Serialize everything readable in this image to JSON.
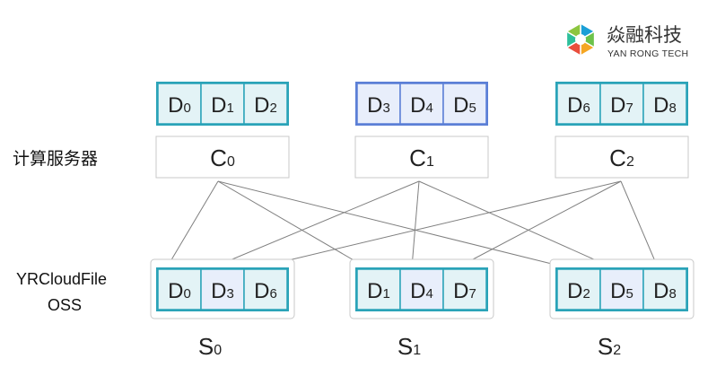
{
  "brand": {
    "name_cn": "焱融科技",
    "name_en": "YAN RONG TECH",
    "logo_colors": [
      "#1a9fd6",
      "#6cc24a",
      "#f5a623",
      "#e94e3c",
      "#2dbf9b",
      "#8cc63f"
    ]
  },
  "row_labels": {
    "compute": "计算服务器",
    "storage_line1": "YRCloudFile",
    "storage_line2": "OSS"
  },
  "compute_groups": [
    {
      "label": "C",
      "sub": "0",
      "chunks": [
        {
          "label": "D",
          "sub": "0"
        },
        {
          "label": "D",
          "sub": "1"
        },
        {
          "label": "D",
          "sub": "2"
        }
      ],
      "color": "#2aa3b8",
      "fill": "#e3f3f6"
    },
    {
      "label": "C",
      "sub": "1",
      "chunks": [
        {
          "label": "D",
          "sub": "3"
        },
        {
          "label": "D",
          "sub": "4"
        },
        {
          "label": "D",
          "sub": "5"
        }
      ],
      "color": "#5b7fd6",
      "fill": "#e8eefb"
    },
    {
      "label": "C",
      "sub": "2",
      "chunks": [
        {
          "label": "D",
          "sub": "6"
        },
        {
          "label": "D",
          "sub": "7"
        },
        {
          "label": "D",
          "sub": "8"
        }
      ],
      "color": "#2aa3b8",
      "fill": "#e3f3f6"
    }
  ],
  "storage_groups": [
    {
      "label": "S",
      "sub": "0",
      "chunks": [
        {
          "label": "D",
          "sub": "0"
        },
        {
          "label": "D",
          "sub": "3"
        },
        {
          "label": "D",
          "sub": "6"
        }
      ]
    },
    {
      "label": "S",
      "sub": "1",
      "chunks": [
        {
          "label": "D",
          "sub": "1"
        },
        {
          "label": "D",
          "sub": "4"
        },
        {
          "label": "D",
          "sub": "7"
        }
      ]
    },
    {
      "label": "S",
      "sub": "2",
      "chunks": [
        {
          "label": "D",
          "sub": "2"
        },
        {
          "label": "D",
          "sub": "5"
        },
        {
          "label": "D",
          "sub": "8"
        }
      ]
    }
  ],
  "storage_colors": {
    "border": "#2aa3b8",
    "fill_alt1": "#e3f3f6",
    "fill_alt2": "#e8eefb"
  },
  "arrow_color": "#808080"
}
